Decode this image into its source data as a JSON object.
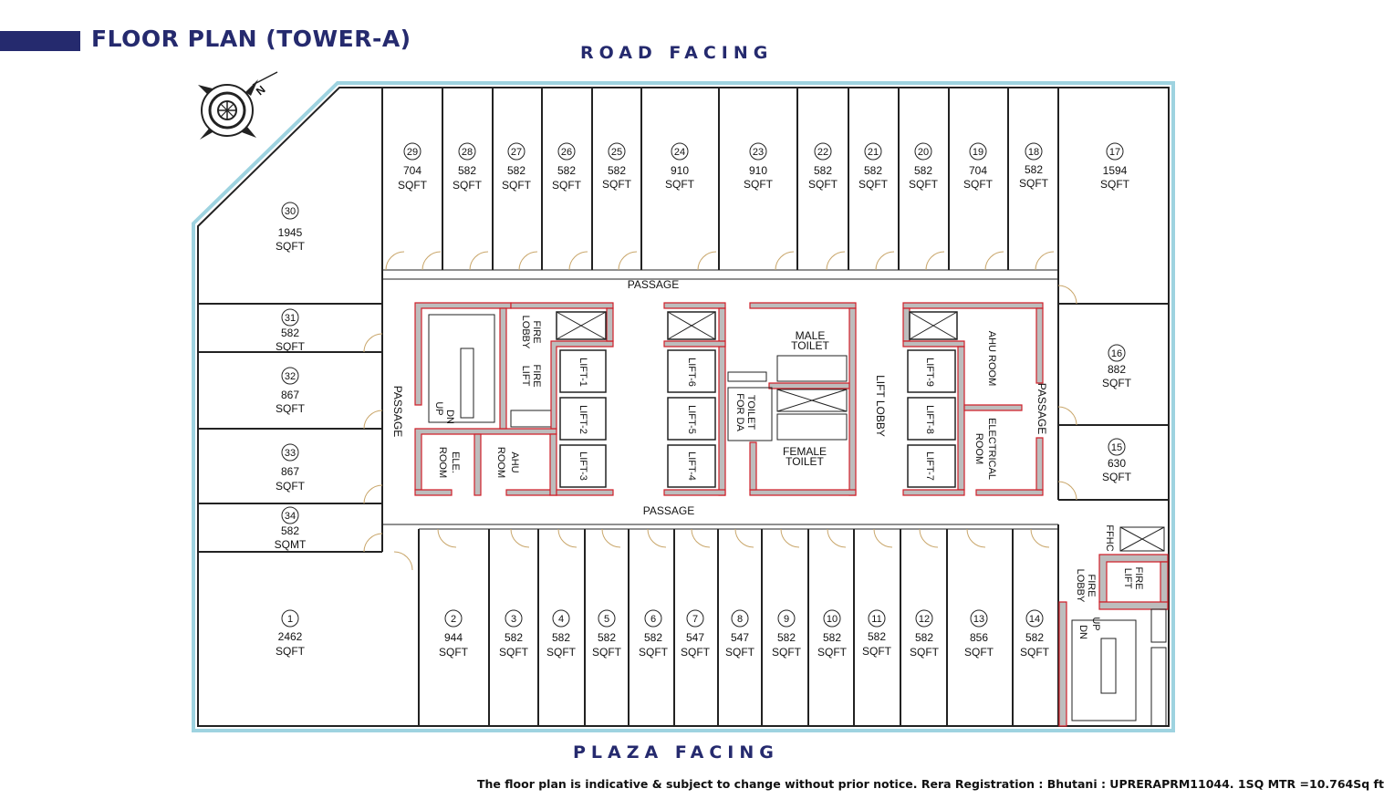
{
  "header": {
    "title": "FLOOR PLAN (TOWER-A)",
    "road_facing": "ROAD FACING",
    "plaza_facing": "PLAZA FACING",
    "footnote": "The floor plan is indicative & subject to change without prior notice. Rera Registration : Bhutani : UPRERAPRM11044. 1SQ MTR =10.764Sq ft"
  },
  "compass": {
    "north_label": "N"
  },
  "colors": {
    "brand": "#252a6e",
    "wall": "#222222",
    "core_outline": "#d0202a",
    "glazing": "#9ed3e0",
    "door": "#c9a66a"
  },
  "units": [
    {
      "no": "1",
      "area": "2462",
      "unit": "SQFT"
    },
    {
      "no": "2",
      "area": "944",
      "unit": "SQFT"
    },
    {
      "no": "3",
      "area": "582",
      "unit": "SQFT"
    },
    {
      "no": "4",
      "area": "582",
      "unit": "SQFT"
    },
    {
      "no": "5",
      "area": "582",
      "unit": "SQFT"
    },
    {
      "no": "6",
      "area": "582",
      "unit": "SQFT"
    },
    {
      "no": "7",
      "area": "547",
      "unit": "SQFT"
    },
    {
      "no": "8",
      "area": "547",
      "unit": "SQFT"
    },
    {
      "no": "9",
      "area": "582",
      "unit": "SQFT"
    },
    {
      "no": "10",
      "area": "582",
      "unit": "SQFT"
    },
    {
      "no": "11",
      "area": "582",
      "unit": "SQFT"
    },
    {
      "no": "12",
      "area": "582",
      "unit": "SQFT"
    },
    {
      "no": "13",
      "area": "856",
      "unit": "SQFT"
    },
    {
      "no": "14",
      "area": "582",
      "unit": "SQFT"
    },
    {
      "no": "15",
      "area": "630",
      "unit": "SQFT"
    },
    {
      "no": "16",
      "area": "882",
      "unit": "SQFT"
    },
    {
      "no": "17",
      "area": "1594",
      "unit": "SQFT"
    },
    {
      "no": "18",
      "area": "582",
      "unit": "SQFT"
    },
    {
      "no": "19",
      "area": "704",
      "unit": "SQFT"
    },
    {
      "no": "20",
      "area": "582",
      "unit": "SQFT"
    },
    {
      "no": "21",
      "area": "582",
      "unit": "SQFT"
    },
    {
      "no": "22",
      "area": "582",
      "unit": "SQFT"
    },
    {
      "no": "23",
      "area": "910",
      "unit": "SQFT"
    },
    {
      "no": "24",
      "area": "910",
      "unit": "SQFT"
    },
    {
      "no": "25",
      "area": "582",
      "unit": "SQFT"
    },
    {
      "no": "26",
      "area": "582",
      "unit": "SQFT"
    },
    {
      "no": "27",
      "area": "582",
      "unit": "SQFT"
    },
    {
      "no": "28",
      "area": "582",
      "unit": "SQFT"
    },
    {
      "no": "29",
      "area": "704",
      "unit": "SQFT"
    },
    {
      "no": "30",
      "area": "1945",
      "unit": "SQFT"
    },
    {
      "no": "31",
      "area": "582",
      "unit": "SQFT"
    },
    {
      "no": "32",
      "area": "867",
      "unit": "SQFT"
    },
    {
      "no": "33",
      "area": "867",
      "unit": "SQFT"
    },
    {
      "no": "34",
      "area": "582",
      "unit": "SQMT"
    }
  ],
  "areas": {
    "passage": "PASSAGE",
    "lift1": "LIFT-1",
    "lift2": "LIFT-2",
    "lift3": "LIFT-3",
    "lift4": "LIFT-4",
    "lift5": "LIFT-5",
    "lift6": "LIFT-6",
    "lift7": "LIFT-7",
    "lift8": "LIFT-8",
    "lift9": "LIFT-9",
    "lift_lobby": "LIFT LOBBY",
    "fire_lobby_1": "FIRE",
    "fire_lobby_2": "LOBBY",
    "fire_lift_1": "FIRE",
    "fire_lift_2": "LIFT",
    "male_toilet_1": "MALE",
    "male_toilet_2": "TOILET",
    "female_toilet_1": "FEMALE",
    "female_toilet_2": "TOILET",
    "toilet_da_1": "TOILET",
    "toilet_da_2": "FOR DA",
    "ahu_room_1": "AHU",
    "ahu_room_2": "ROOM",
    "ahu_room_full": "AHU ROOM",
    "ele_room_1": "ELE.",
    "ele_room_2": "ROOM",
    "electrical_room_1": "ELECTRICAL",
    "electrical_room_2": "ROOM",
    "stair_up": "UP",
    "stair_dn": "DN",
    "ffhc": "FFHC"
  }
}
